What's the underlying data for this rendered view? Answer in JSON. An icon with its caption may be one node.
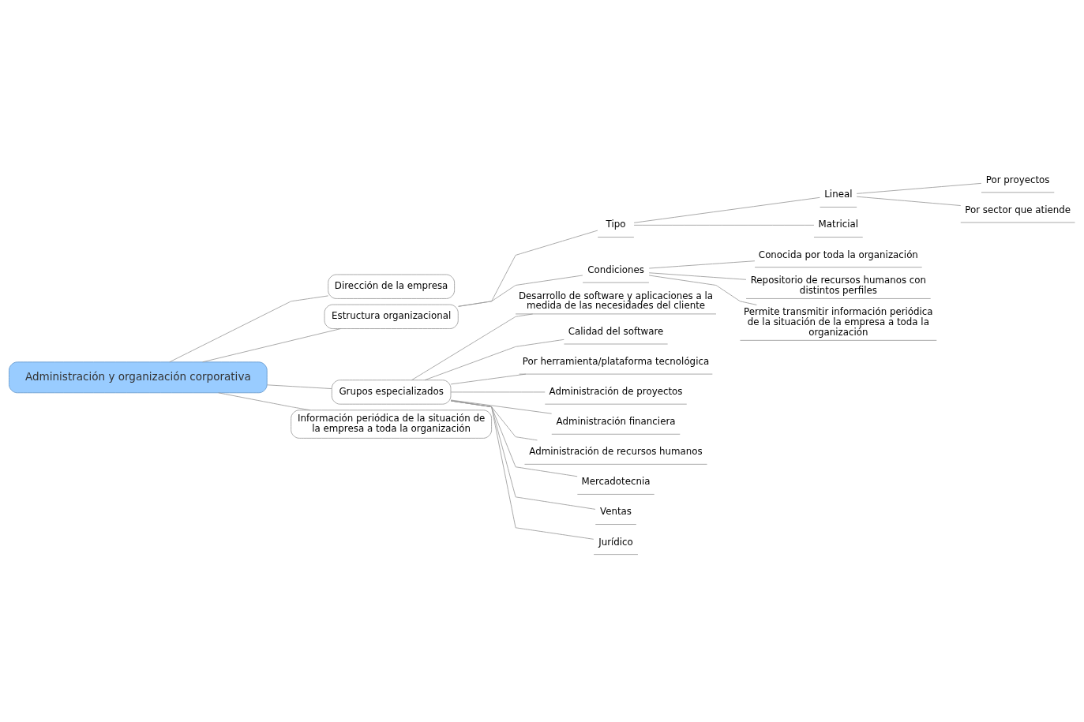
{
  "diagram": {
    "nodes": [
      {
        "text": [
          "Administración y organización corporativa"
        ]
      },
      {
        "text": [
          "Dirección de la empresa"
        ]
      },
      {
        "text": [
          "Estructura organizacional"
        ]
      },
      {
        "text": [
          "Tipo"
        ]
      },
      {
        "text": [
          "Lineal"
        ]
      },
      {
        "text": [
          "Por proyectos"
        ]
      },
      {
        "text": [
          "Por sector que atiende"
        ]
      },
      {
        "text": [
          "Matricial"
        ]
      },
      {
        "text": [
          "Condiciones"
        ]
      },
      {
        "text": [
          "Conocida por toda la organización"
        ]
      },
      {
        "text": [
          "Repositorio de recursos humanos con distintos perfiles"
        ]
      },
      {
        "text": [
          "Permite transmitir información periódica de la situación de la empresa a toda la organización"
        ]
      },
      {
        "text": [
          "Grupos especializados"
        ]
      },
      {
        "text": [
          "Desarrollo de software y aplicaciones a la medida de las necesidades del cliente"
        ]
      },
      {
        "text": [
          "Calidad del software"
        ]
      },
      {
        "text": [
          "Por herramienta/plataforma tecnológica"
        ]
      },
      {
        "text": [
          "Administración de proyectos"
        ]
      },
      {
        "text": [
          "Administración financiera"
        ]
      },
      {
        "text": [
          "Administración de recursos humanos"
        ]
      },
      {
        "text": [
          "Mercadotecnia"
        ]
      },
      {
        "text": [
          "Ventas"
        ]
      },
      {
        "text": [
          "Jurídico"
        ]
      },
      {
        "text": [
          "Información periódica de la situación de la empresa a toda la organización"
        ]
      }
    ],
    "edges": [
      {
        "from": 0,
        "to": 1,
        "arrow": "none"
      },
      {
        "from": 0,
        "to": 2,
        "arrow": "none"
      },
      {
        "from": 2,
        "to": 3,
        "arrow": "none"
      },
      {
        "from": 3,
        "to": 4,
        "arrow": "none"
      },
      {
        "from": 4,
        "to": 5,
        "arrow": "none"
      },
      {
        "from": 4,
        "to": 6,
        "arrow": "none"
      },
      {
        "from": 3,
        "to": 7,
        "arrow": "none"
      },
      {
        "from": 2,
        "to": 8,
        "arrow": "none"
      },
      {
        "from": 8,
        "to": 9,
        "arrow": "none"
      },
      {
        "from": 8,
        "to": 10,
        "arrow": "none"
      },
      {
        "from": 8,
        "to": 11,
        "arrow": "none"
      },
      {
        "from": 0,
        "to": 12,
        "arrow": "none"
      },
      {
        "from": 12,
        "to": 13,
        "arrow": "none"
      },
      {
        "from": 12,
        "to": 14,
        "arrow": "none"
      },
      {
        "from": 12,
        "to": 15,
        "arrow": "none"
      },
      {
        "from": 12,
        "to": 16,
        "arrow": "none"
      },
      {
        "from": 12,
        "to": 17,
        "arrow": "none"
      },
      {
        "from": 12,
        "to": 18,
        "arrow": "none"
      },
      {
        "from": 12,
        "to": 19,
        "arrow": "none"
      },
      {
        "from": 12,
        "to": 20,
        "arrow": "none"
      },
      {
        "from": 12,
        "to": 21,
        "arrow": "none"
      },
      {
        "from": 0,
        "to": 22,
        "arrow": "none"
      }
    ]
  }
}
